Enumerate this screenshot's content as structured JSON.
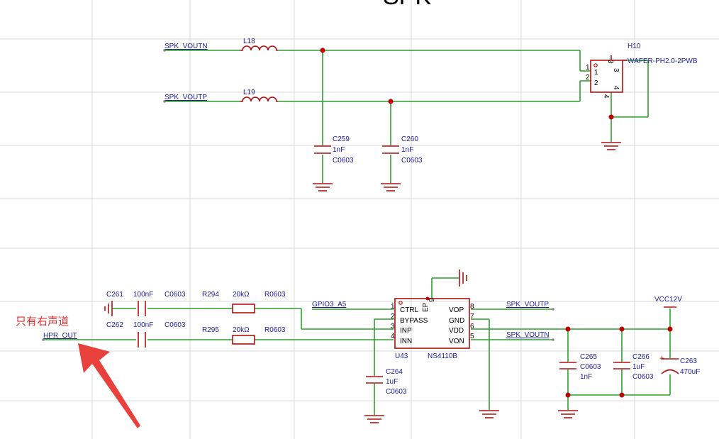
{
  "title": "SPK",
  "annotation": "只有右声道",
  "colors": {
    "wire": "#2e9e2e",
    "component": "#b01010",
    "label": "#1a1aa0",
    "arrow": "#e8403a"
  },
  "nets": {
    "spk_voutn_in": "SPK_VOUTN",
    "spk_voutp_in": "SPK_VOUTP",
    "hpr_out": "HPR_OUT",
    "gpio": "GPIO3_A5",
    "spk_voutp_out": "SPK_VOUTP",
    "spk_voutn_out": "SPK_VOUTN",
    "vcc": "VCC12V"
  },
  "inductors": [
    {
      "ref": "L18"
    },
    {
      "ref": "L19"
    }
  ],
  "connector": {
    "ref": "H10",
    "part": "WAFER-PH2.0-2PWB",
    "pins": [
      "1",
      "2",
      "3",
      "4"
    ]
  },
  "capacitors": {
    "c259": {
      "ref": "C259",
      "value": "1nF",
      "package": "C0603"
    },
    "c260": {
      "ref": "C260",
      "value": "1nF",
      "package": "C0603"
    },
    "c261": {
      "ref": "C261",
      "value": "100nF",
      "package": "C0603"
    },
    "c262": {
      "ref": "C262",
      "value": "100nF",
      "package": "C0603"
    },
    "c264": {
      "ref": "C264",
      "value": "1uF",
      "package": "C0603"
    },
    "c265": {
      "ref": "C265",
      "value": "1nF",
      "package": "C0603"
    },
    "c266": {
      "ref": "C266",
      "value": "1uF",
      "package": "C0603"
    },
    "c263": {
      "ref": "C263",
      "value": "470uF",
      "package": ""
    }
  },
  "resistors": {
    "r294": {
      "ref": "R294",
      "value": "20kΩ",
      "package": "R0603"
    },
    "r295": {
      "ref": "R295",
      "value": "20kΩ",
      "package": "R0603"
    }
  },
  "ic": {
    "ref": "U43",
    "part": "NS4110B",
    "ep_label": "EP",
    "ep_pin": "9",
    "left_pins": [
      {
        "num": "1",
        "name": "CTRL"
      },
      {
        "num": "2",
        "name": "BYPASS"
      },
      {
        "num": "3",
        "name": "INP"
      },
      {
        "num": "4",
        "name": "INN"
      }
    ],
    "right_pins": [
      {
        "num": "8",
        "name": "VOP"
      },
      {
        "num": "7",
        "name": "GND"
      },
      {
        "num": "6",
        "name": "VDD"
      },
      {
        "num": "5",
        "name": "VON"
      }
    ]
  },
  "plus_sign": "+"
}
